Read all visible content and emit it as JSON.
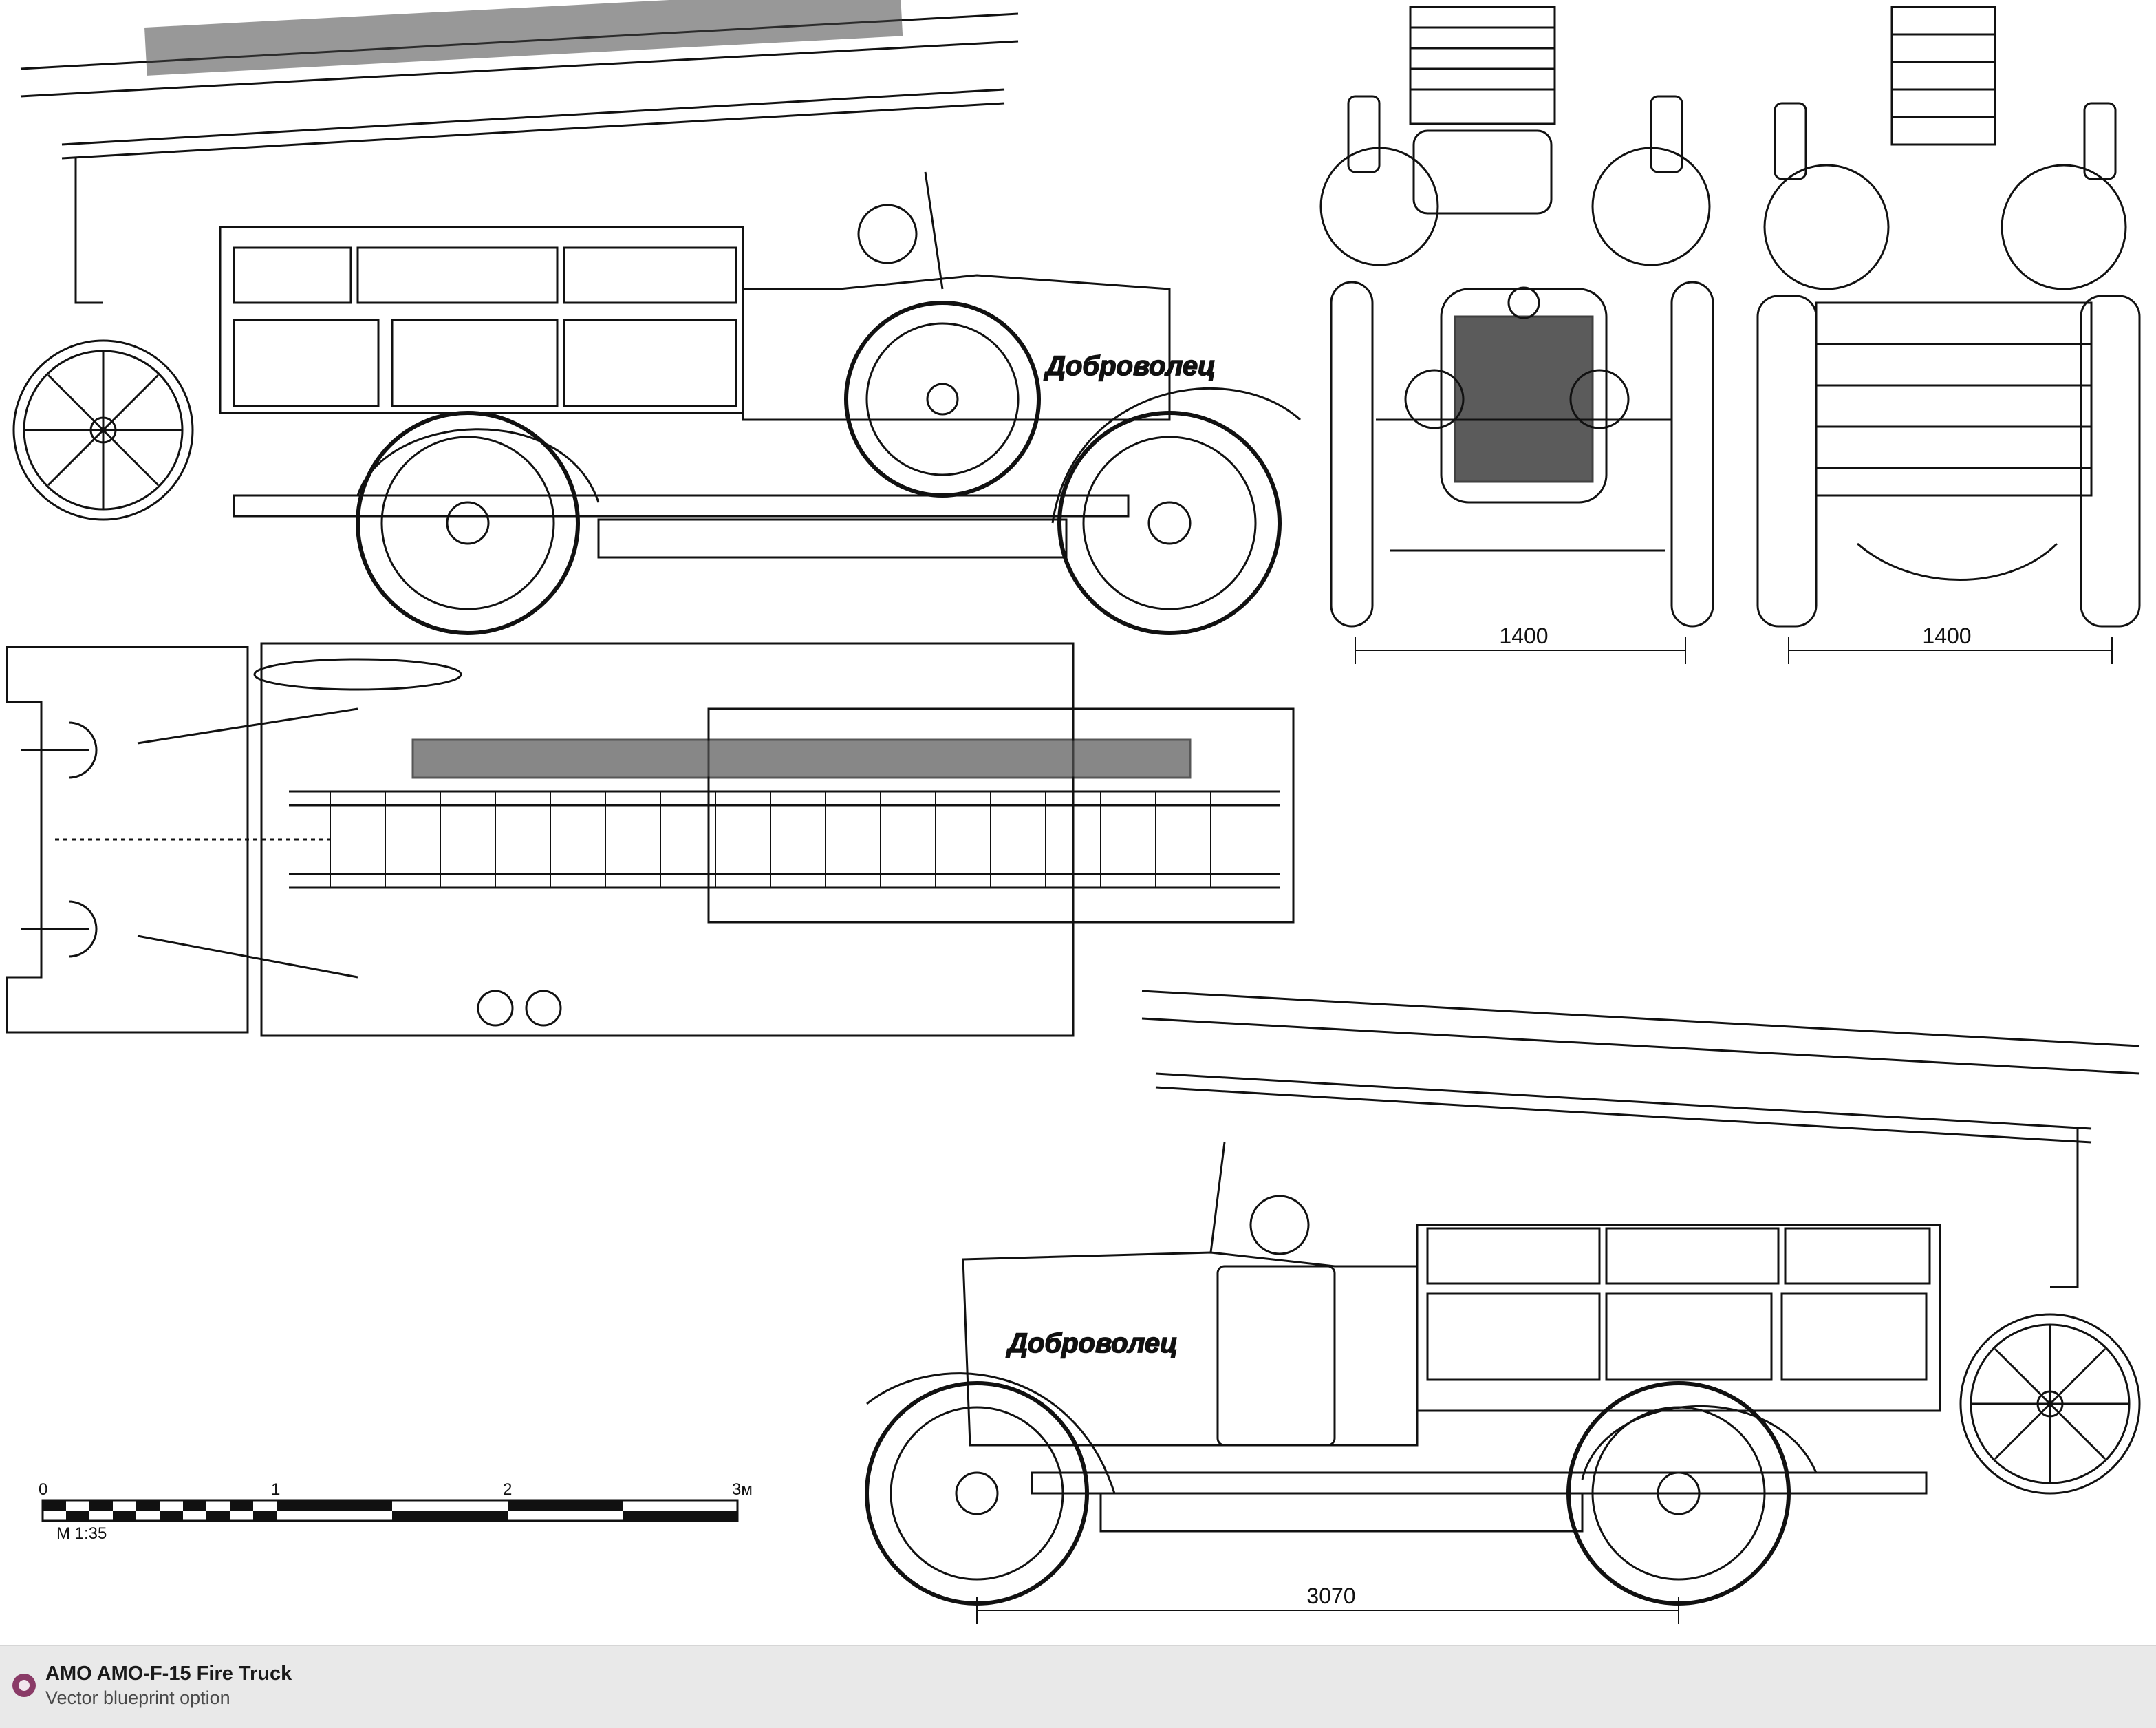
{
  "footer": {
    "title": "AMO AMO-F-15 Fire Truck",
    "subtitle": "Vector blueprint option"
  },
  "dimensions": {
    "front_track": "1400",
    "rear_track": "1400",
    "wheelbase": "3070"
  },
  "body_lettering": {
    "left_side": "Доброволец",
    "right_side": "Доброволец"
  },
  "scale_bar": {
    "labels": [
      "0",
      "1",
      "2",
      "3м"
    ],
    "ratio": "М 1:35"
  }
}
